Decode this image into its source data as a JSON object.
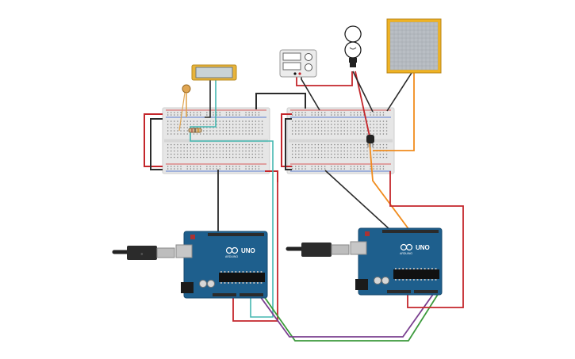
{
  "colors": {
    "breadboard": "#e6e6e6",
    "breadboard_edge": "#cfcfcf",
    "rail_red": "#d22b2b",
    "rail_blue": "#2a59c9",
    "hole": "#7d7d7d",
    "arduino": "#1e5f8d",
    "arduino_dark": "#174a6f",
    "header": "#2b2b2b",
    "wire_red": "#c4262b",
    "wire_black": "#2b2b2b",
    "wire_teal": "#44b7b0",
    "wire_orange": "#f08c1e",
    "wire_green": "#3c9a3c",
    "wire_purple": "#7a3f8f",
    "lcd_frame": "#e8b43a",
    "lcd_screen": "#c9d3d6",
    "display_frame": "#f0b323",
    "display_screen": "#b9bec4"
  },
  "components": {
    "left_arduino": {
      "board_label": "UNO",
      "brand_label": "ARDUINO"
    },
    "right_arduino": {
      "board_label": "UNO",
      "brand_label": "ARDUINO"
    }
  }
}
